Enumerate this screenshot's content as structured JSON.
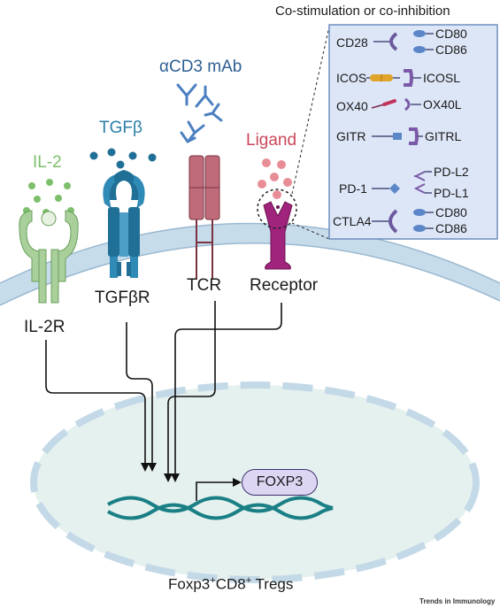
{
  "ligands": {
    "il2": "IL-2",
    "tgfb": "TGFβ",
    "acd3": "αCD3 mAb",
    "ligand": "Ligand"
  },
  "receptors": {
    "il2r": "IL-2R",
    "tgfbr": "TGFβR",
    "tcr": "TCR",
    "receptor": "Receptor"
  },
  "costim": {
    "title": "Co-stimulation or co-inhibition",
    "rows": [
      {
        "left": "CD28",
        "right_top": "CD80",
        "right_bottom": "CD86"
      },
      {
        "left": "ICOS",
        "right": "ICOSL"
      },
      {
        "left": "OX40",
        "right": "OX40L"
      },
      {
        "left": "GITR",
        "right": "GITRL"
      },
      {
        "left": "PD-1",
        "right_top": "PD-L2",
        "right_bottom": "PD-L1"
      },
      {
        "left": "CTLA4",
        "right_top": "CD80",
        "right_bottom": "CD86"
      }
    ]
  },
  "nucleus": {
    "gene": "FOXP3"
  },
  "caption": {
    "main": "Foxp3",
    "sup1": "+",
    "mid": "CD8",
    "sup2": "+",
    "tail": " Tregs"
  },
  "credit": "Trends in Immunology",
  "colors": {
    "il2_green": "#7dbf6b",
    "tgfb_blue": "#2a7fa6",
    "acd3_blue": "#4c80c0",
    "ligand_red": "#c94759",
    "receptor_purple": "#a0237c",
    "costim_box_bg": "#dde6f7",
    "costim_box_border": "#6f8fbf",
    "membrane": "#c7dceb",
    "nucleus": "#e5f1ee",
    "dna": "#1b7f86"
  }
}
